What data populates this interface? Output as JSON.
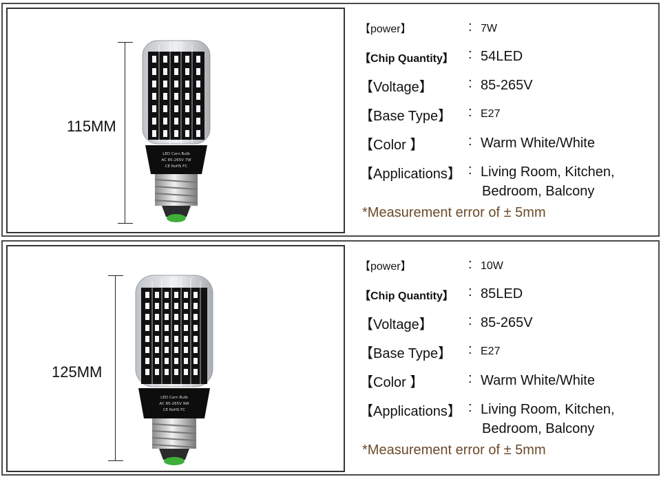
{
  "products": [
    {
      "height_label": "115MM",
      "bulb_print": [
        "LED Corn Bulb",
        "AC 85-265V 7W",
        "CE RoHS FC"
      ],
      "specs": [
        {
          "key": "【power】",
          "value": "7W"
        },
        {
          "key": "【Chip Quantity】",
          "value": "54LED"
        },
        {
          "key": "【Voltage】",
          "value": "85-265V"
        },
        {
          "key": "【Base Type】",
          "value": "E27"
        },
        {
          "key": "【Color 】",
          "value": "Warm White/White"
        },
        {
          "key": "【Applications】",
          "value": "Living Room, Kitchen,",
          "value2": "Bedroom, Balcony"
        }
      ],
      "note": "*Measurement error of ± 5mm"
    },
    {
      "height_label": "125MM",
      "bulb_print": [
        "LED Corn Bulb",
        "AC 85-265V 9W",
        "CE RoHS FC"
      ],
      "specs": [
        {
          "key": "【power】",
          "value": "10W"
        },
        {
          "key": "【Chip Quantity】",
          "value": "85LED"
        },
        {
          "key": "【Voltage】",
          "value": "85-265V"
        },
        {
          "key": "【Base Type】",
          "value": "E27"
        },
        {
          "key": "【Color 】",
          "value": "Warm White/White"
        },
        {
          "key": "【Applications】",
          "value": "Living Room, Kitchen,",
          "value2": "Bedroom, Balcony"
        }
      ],
      "note": "*Measurement error of ± 5mm"
    }
  ],
  "colors": {
    "frame": "#4a4a4a",
    "note_text": "#6b4a2a",
    "bulb_body": "#0d0d0d",
    "led_chip": "#f4f6f8",
    "base_metal": "#c8c8c8",
    "base_contact": "#3fae3a"
  }
}
